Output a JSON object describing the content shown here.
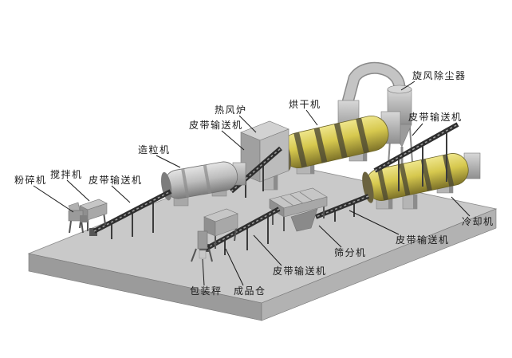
{
  "labels": {
    "crusher": "粉碎机",
    "mixer": "搅拌机",
    "belt_left": "皮带输送机",
    "granulator": "造粒机",
    "belt_furnace": "皮带输送机",
    "furnace": "热风炉",
    "dryer": "烘干机",
    "cyclone": "旋风除尘器",
    "belt_top_right": "皮带输送机",
    "cooler": "冷却机",
    "belt_right": "皮带输送机",
    "screener": "筛分机",
    "belt_center": "皮带输送机",
    "packing_scale": "包装秤",
    "product_bin": "成品仓"
  },
  "colors": {
    "background": "#ffffff",
    "label_color": "#1a1a1a",
    "leader_line": "#1a1a1a",
    "platform_top": "#c9c9c9",
    "platform_side_left": "#9b9b9b",
    "platform_side_right": "#b2b2b2",
    "drum_yellow": "#d6c84e",
    "drum_band": "#4e4a33",
    "metal_gray": "#bdbdbd",
    "conveyor_dark": "#2f2f2f"
  }
}
